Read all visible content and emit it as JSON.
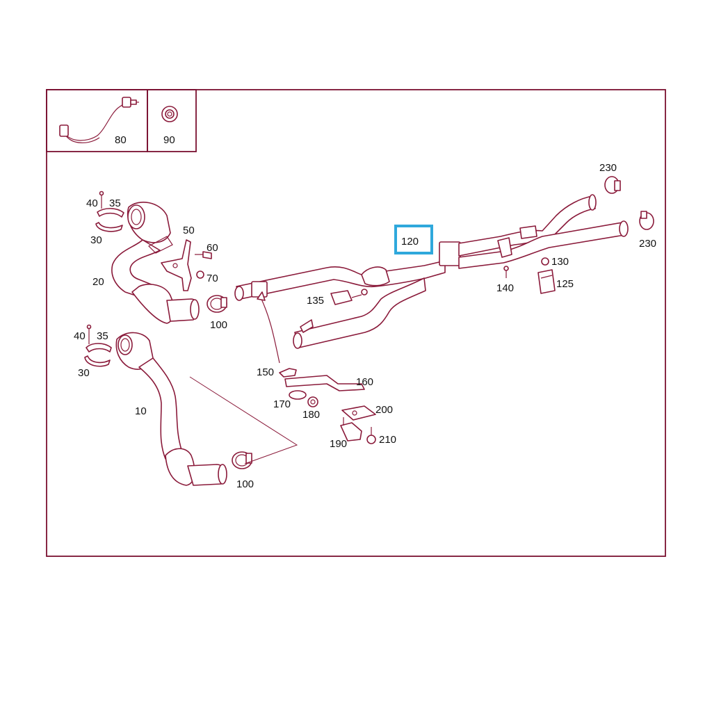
{
  "colors": {
    "line": "#8a1a3a",
    "frame": "#7a1030",
    "highlight": "#2fa8dc",
    "label": "#111111"
  },
  "highlighted_callout": "120",
  "callouts": {
    "c80": "80",
    "c90": "90",
    "c40a": "40",
    "c35a": "35",
    "c30a": "30",
    "c50": "50",
    "c60": "60",
    "c70": "70",
    "c20": "20",
    "c100a": "100",
    "c40b": "40",
    "c35b": "35",
    "c30b": "30",
    "c10": "10",
    "c100b": "100",
    "c120": "120",
    "c135": "135",
    "c150": "150",
    "c160": "160",
    "c170": "170",
    "c180": "180",
    "c190": "190",
    "c200": "200",
    "c210": "210",
    "c140": "140",
    "c130": "130",
    "c125": "125",
    "c230a": "230",
    "c230b": "230"
  }
}
